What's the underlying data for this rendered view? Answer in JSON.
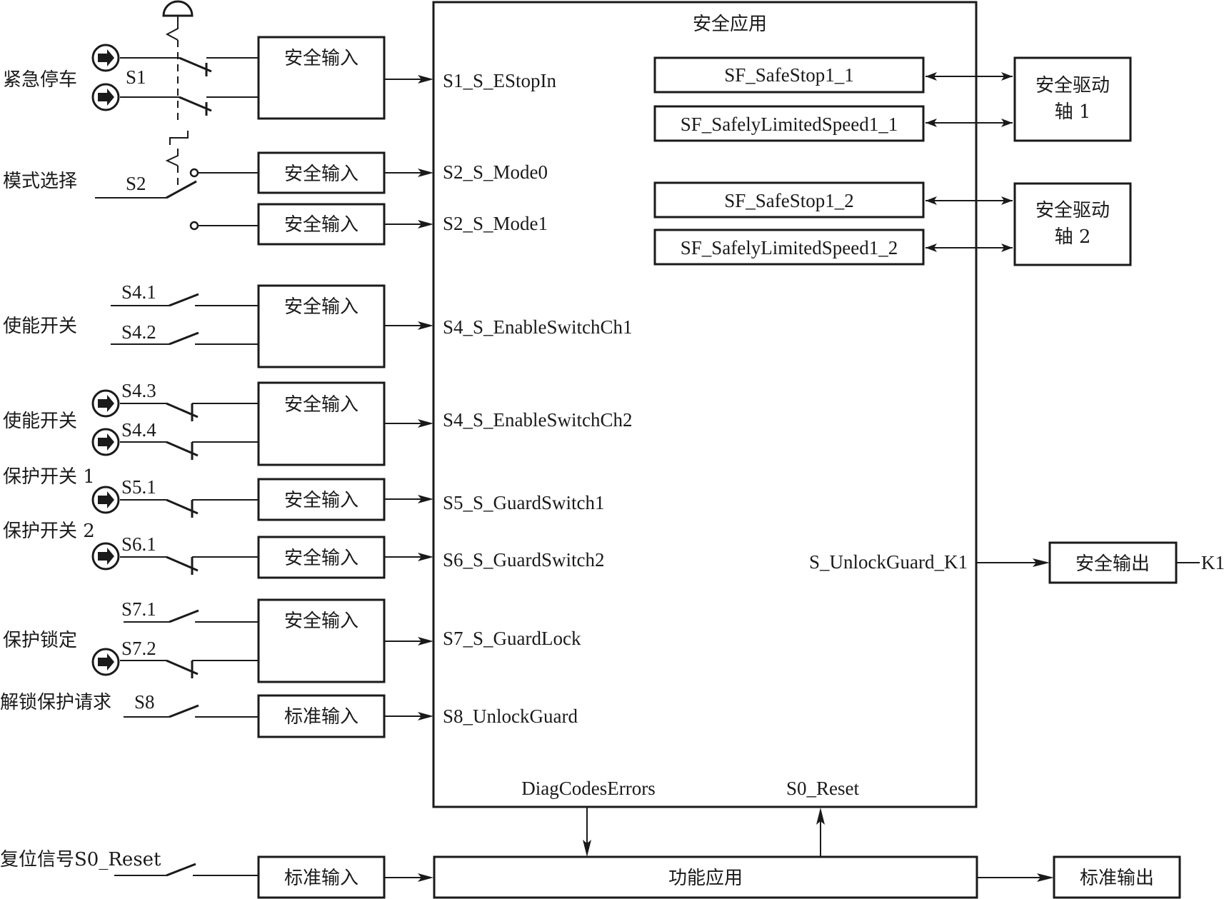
{
  "safety_app": {
    "title": "安全应用",
    "inputs": [
      {
        "id": "s1",
        "label": "S1_S_EStopIn"
      },
      {
        "id": "s2m0",
        "label": "S2_S_Mode0"
      },
      {
        "id": "s2m1",
        "label": "S2_S_Mode1"
      },
      {
        "id": "s4c1",
        "label": "S4_S_EnableSwitchCh1"
      },
      {
        "id": "s4c2",
        "label": "S4_S_EnableSwitchCh2"
      },
      {
        "id": "s5",
        "label": "S5_S_GuardSwitch1"
      },
      {
        "id": "s6",
        "label": "S6_S_GuardSwitch2"
      },
      {
        "id": "s7",
        "label": "S7_S_GuardLock"
      },
      {
        "id": "s8",
        "label": "S8_UnlockGuard"
      }
    ],
    "output_label": "S_UnlockGuard_K1",
    "diag_label": "DiagCodesErrors",
    "reset_label": "S0_Reset",
    "function_blocks": [
      "SF_SafeStop1_1",
      "SF_SafelyLimitedSpeed1_1",
      "SF_SafeStop1_2",
      "SF_SafelyLimitedSpeed1_2"
    ]
  },
  "drives": [
    {
      "line1": "安全驱动",
      "line2": "轴 1"
    },
    {
      "line1": "安全驱动",
      "line2": "轴 2"
    }
  ],
  "input_blocks": {
    "safety_input": "安全输入",
    "standard_input": "标准输入"
  },
  "safety_output": {
    "label": "安全输出",
    "target": "K1"
  },
  "function_app": {
    "label": "功能应用"
  },
  "standard_output": {
    "label": "标准输出"
  },
  "devices": {
    "estop": {
      "name": "紧急停车",
      "tag": "S1"
    },
    "mode": {
      "name": "模式选择",
      "tag": "S2"
    },
    "enable1": {
      "name": "使能开关",
      "tags": [
        "S4.1",
        "S4.2"
      ]
    },
    "enable2": {
      "name": "使能开关",
      "tags": [
        "S4.3",
        "S4.4"
      ]
    },
    "guard1": {
      "name": "保护开关 1",
      "tag": "S5.1"
    },
    "guard2": {
      "name": "保护开关 2",
      "tag": "S6.1"
    },
    "guardlock": {
      "name": "保护锁定",
      "tags": [
        "S7.1",
        "S7.2"
      ]
    },
    "unlock": {
      "name": "解锁保护请求",
      "tag": "S8"
    },
    "reset": {
      "name": "复位信号S0_Reset"
    }
  }
}
